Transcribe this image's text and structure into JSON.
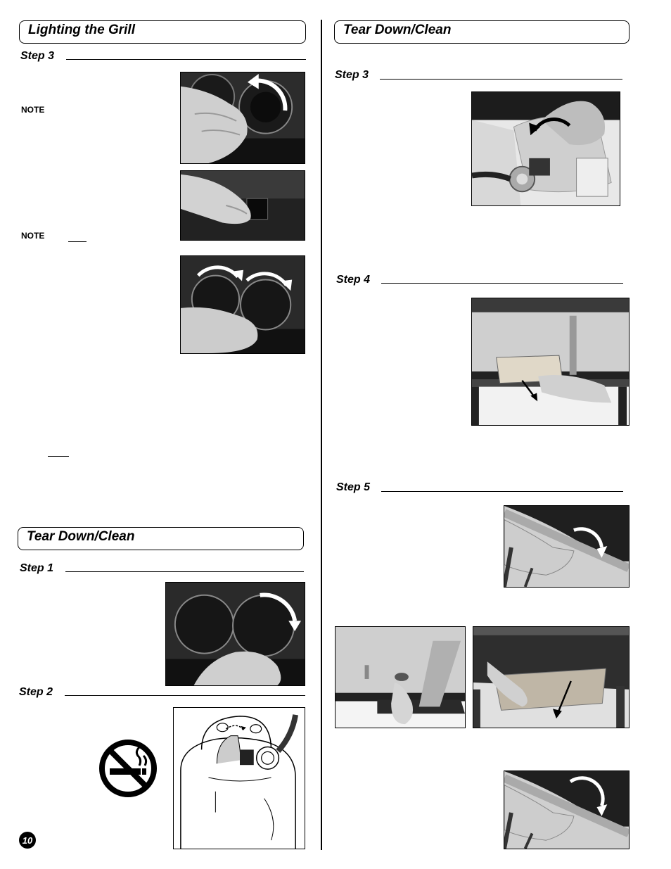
{
  "left": {
    "header1": "Lighting the Grill",
    "step3": "Step 3",
    "note1": "NOTE",
    "note2": "NOTE",
    "header2": "Tear Down/Clean",
    "step1": "Step 1",
    "step2": "Step 2"
  },
  "right": {
    "header": "Tear Down/Clean",
    "step3": "Step 3",
    "step4": "Step 4",
    "step5": "Step 5"
  },
  "page_number": "10",
  "icons": {
    "no_smoking": "no-smoking-icon"
  }
}
